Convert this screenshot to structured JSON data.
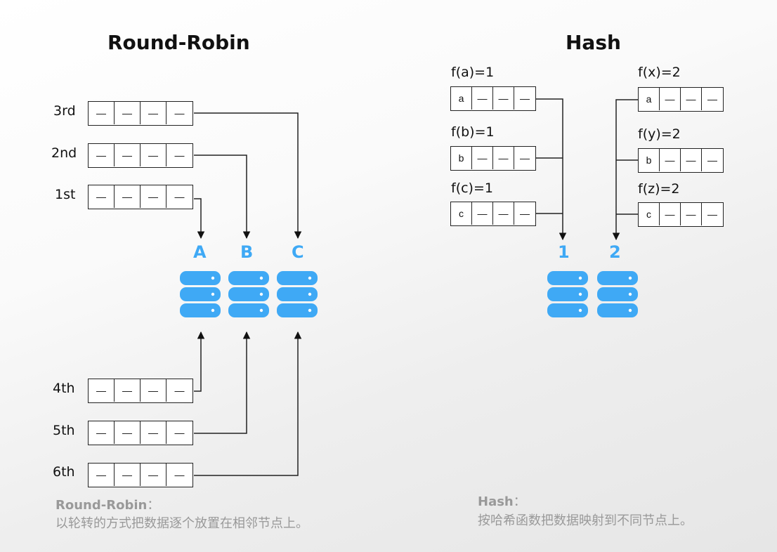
{
  "round_robin": {
    "title": "Round-Robin",
    "records": [
      {
        "label": "3rd",
        "cells": [
          "—",
          "—",
          "—",
          "—"
        ]
      },
      {
        "label": "2nd",
        "cells": [
          "—",
          "—",
          "—",
          "—"
        ]
      },
      {
        "label": "1st",
        "cells": [
          "—",
          "—",
          "—",
          "—"
        ]
      },
      {
        "label": "4th",
        "cells": [
          "—",
          "—",
          "—",
          "—"
        ]
      },
      {
        "label": "5th",
        "cells": [
          "—",
          "—",
          "—",
          "—"
        ]
      },
      {
        "label": "6th",
        "cells": [
          "—",
          "—",
          "—",
          "—"
        ]
      }
    ],
    "nodes": [
      "A",
      "B",
      "C"
    ],
    "caption_title": "Round-Robin",
    "caption_colon": "：",
    "caption_text": "以轮转的方式把数据逐个放置在相邻节点上。"
  },
  "hash": {
    "title": "Hash",
    "left_records": [
      {
        "label": "f(a)=1",
        "cells": [
          "a",
          "—",
          "—",
          "—"
        ]
      },
      {
        "label": "f(b)=1",
        "cells": [
          "b",
          "—",
          "—",
          "—"
        ]
      },
      {
        "label": "f(c)=1",
        "cells": [
          "c",
          "—",
          "—",
          "—"
        ]
      }
    ],
    "right_records": [
      {
        "label": "f(x)=2",
        "cells": [
          "a",
          "—",
          "—",
          "—"
        ]
      },
      {
        "label": "f(y)=2",
        "cells": [
          "b",
          "—",
          "—",
          "—"
        ]
      },
      {
        "label": "f(z)=2",
        "cells": [
          "c",
          "—",
          "—",
          "—"
        ]
      }
    ],
    "nodes": [
      "1",
      "2"
    ],
    "caption_title": "Hash",
    "caption_colon": "：",
    "caption_text": "按哈希函数把数据映射到不同节点上。"
  },
  "colors": {
    "node_blue": "#3fa9f5",
    "line": "#222222",
    "caption": "#999999"
  },
  "icons": {
    "database": "database-icon",
    "arrow": "arrow-down-icon"
  }
}
